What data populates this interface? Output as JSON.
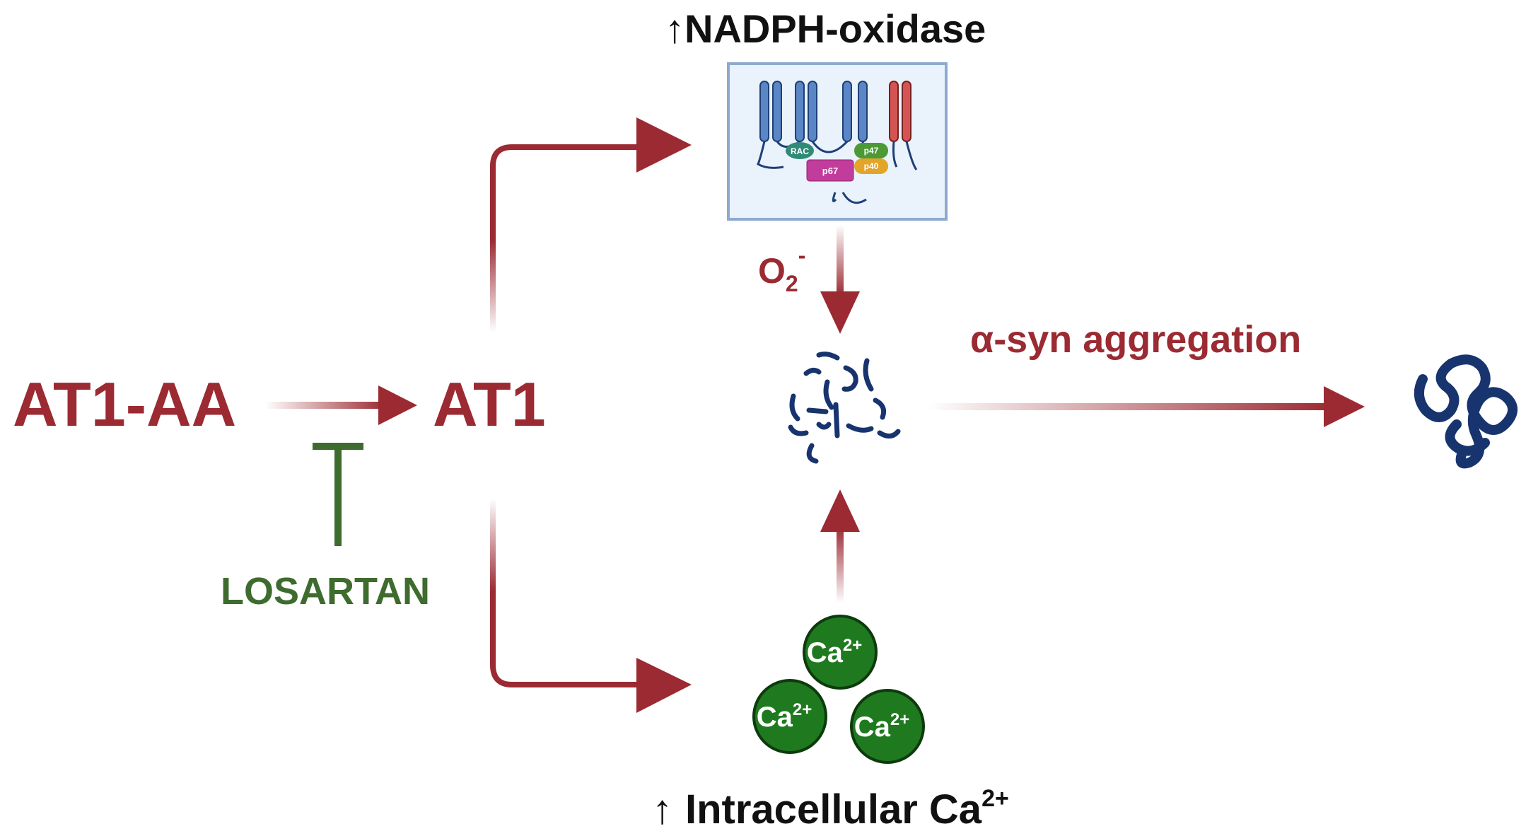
{
  "nodes": {
    "at1aa": "AT1-AA",
    "at1": "AT1",
    "losartan": "LOSARTAN",
    "nadph_arrow": "↑",
    "nadph_text": "NADPH-oxidase",
    "o2": "O",
    "o2_sub": "2",
    "o2_sup": "-",
    "asyn": "α-syn aggregation",
    "intra_arrow": "↑",
    "intra_text": "Intracellular Ca",
    "intra_sup": "2+"
  },
  "nadph_subunits": {
    "rac": "RAC",
    "p47": "p47",
    "p67": "p67",
    "p40": "p40"
  },
  "calcium_ions": [
    {
      "base": "Ca",
      "sup": "2+"
    },
    {
      "base": "Ca",
      "sup": "2+"
    },
    {
      "base": "Ca",
      "sup": "2+"
    }
  ],
  "colors": {
    "dark_red": "#9b2a32",
    "green_dark": "#3e6b2e",
    "calcium_green": "#1f7a1f",
    "protein_blue": "#5b86c6",
    "box_fill": "#eaf2fb",
    "box_stroke": "#8ea9cf",
    "fiber_blue": "#17346e"
  }
}
